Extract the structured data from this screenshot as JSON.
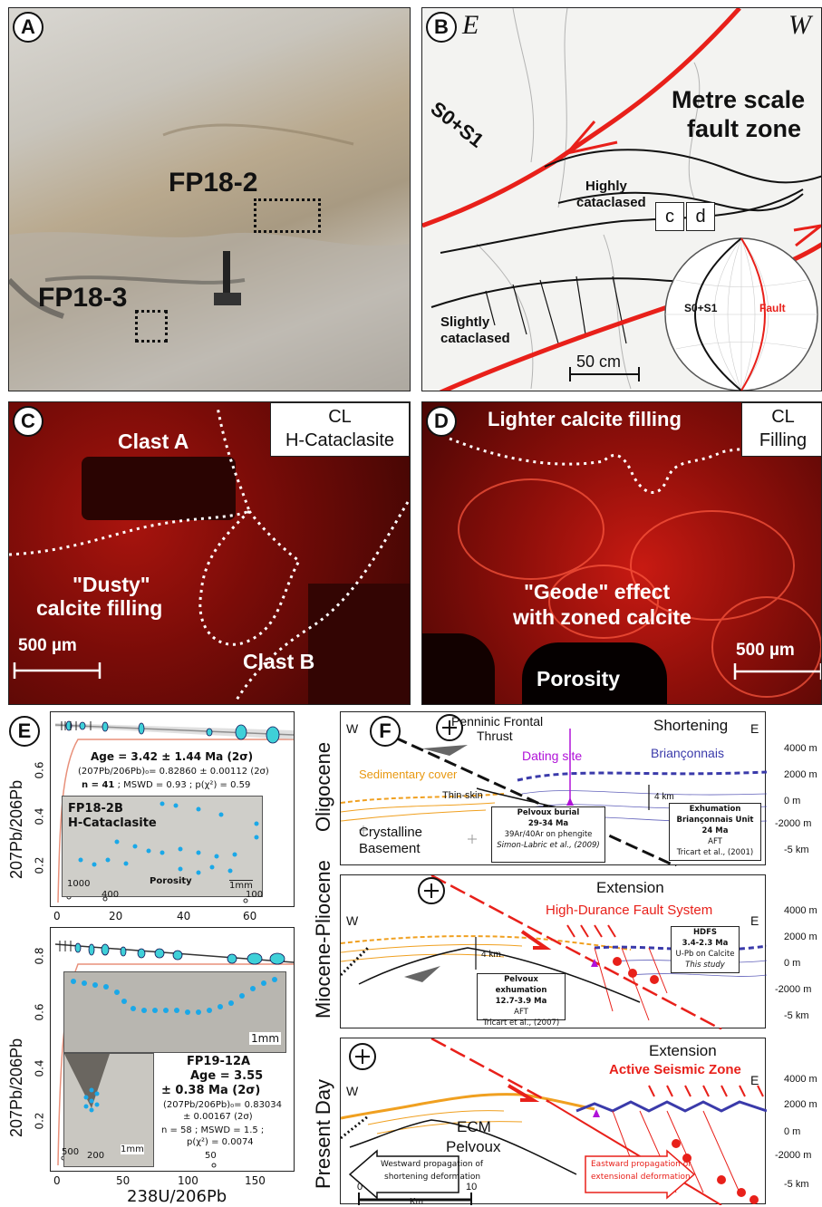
{
  "panels": {
    "a": {
      "label": "A",
      "samples": [
        "FP18-2",
        "FP18-3"
      ]
    },
    "b": {
      "label": "B",
      "dir_left": "E",
      "dir_right": "W",
      "foliation": "S0+S1",
      "title_line1": "Metre scale",
      "title_line2": "fault zone",
      "highly_1": "Highly",
      "highly_2": "cataclased",
      "slightly_1": "Slightly",
      "slightly_2": "cataclased",
      "box_c": "c",
      "box_d": "d",
      "scale": "50 cm",
      "stereo_left": "S0+S1",
      "stereo_right": "Fault",
      "colors": {
        "fault": "#e8201a"
      }
    },
    "c": {
      "label": "C",
      "corner_1": "CL",
      "corner_2": "H-Cataclasite",
      "clast_a": "Clast A",
      "clast_b": "Clast B",
      "fill_1": "\"Dusty\"",
      "fill_2": "calcite filling",
      "scale": "500 µm"
    },
    "d": {
      "label": "D",
      "top": "Lighter calcite filling",
      "corner_1": "CL",
      "corner_2": "Filling",
      "geode_1": "\"Geode\" effect",
      "geode_2": "with zoned calcite",
      "porosity": "Porosity",
      "scale": "500 µm"
    },
    "e": {
      "label": "E",
      "y_label": "207Pb/206Pb",
      "x_label": "238U/206Pb",
      "top": {
        "age": "Age = 3.42 ± 1.44 Ma (2σ)",
        "initial": "(207Pb/206Pb)₀= 0.82860 ± 0.00112 (2σ)",
        "stats_n": "n = 41",
        "stats_rest": " ; MSWD = 0.93 ; p(χ²) = 0.59",
        "sample_1": "FP18-2B",
        "sample_2": "H-Cataclasite",
        "porosity": "Porosity",
        "scale": "1mm",
        "yticks": [
          "0.2",
          "0.4",
          "0.6"
        ],
        "xticks": [
          "0",
          "20",
          "40",
          "60"
        ],
        "curve_labels": [
          "1000",
          "400",
          "100"
        ]
      },
      "bottom": {
        "sample": "FP19-12A",
        "age_1": "Age = 3.55",
        "age_2": "± 0.38 Ma (2σ)",
        "initial_1": "(207Pb/206Pb)₀= 0.83034",
        "initial_2": "± 0.00167 (2σ)",
        "stats_1": "n = 58 ; MSWD = 1.5 ;",
        "stats_2": "p(χ²) = 0.0074",
        "scale_1": "1mm",
        "scale_2": "1mm",
        "yticks": [
          "0.2",
          "0.4",
          "0.6",
          "0.8"
        ],
        "xticks": [
          "0",
          "50",
          "100",
          "150"
        ],
        "curve_labels": [
          "500",
          "200",
          "50"
        ]
      }
    },
    "f": {
      "label": "F",
      "rows": [
        {
          "period": "Oligocene",
          "regime": "Shortening",
          "w": "W",
          "e": "E",
          "penninic_1": "Penninic Frontal",
          "penninic_2": "Thrust",
          "dating": "Dating site",
          "brianconnais": "Briançonnais",
          "sedimentary": "Sedimentary cover",
          "thin_skin": "Thin-skin",
          "crystalline_1": "Crystalline",
          "crystalline_2": "Basement",
          "four_km": "4 km",
          "box_burial_1": "Pelvoux burial",
          "box_burial_2": "29-34 Ma",
          "box_burial_3": "39Ar/40Ar on phengite",
          "box_burial_4": "Simon-Labric et al., (2009)",
          "box_exh_1": "Exhumation",
          "box_exh_2": "Briançonnais Unit",
          "box_exh_3": "24 Ma",
          "box_exh_4": "AFT",
          "box_exh_5": "Tricart et al., (2001)",
          "elev": [
            "4000 m",
            "2000 m",
            "0 m",
            "-2000 m",
            "-5 km"
          ]
        },
        {
          "period": "Miocene-Pliocene",
          "regime": "Extension",
          "w": "W",
          "e": "E",
          "hdfs": "High-Durance Fault System",
          "four_km": "4 km",
          "box_pel_1": "Pelvoux exhumation",
          "box_pel_2": "12.7-3.9 Ma",
          "box_pel_3": "AFT",
          "box_pel_4": "Tricart et al., (2007)",
          "box_hdfs_1": "HDFS",
          "box_hdfs_2": "3.4-2.3 Ma",
          "box_hdfs_3": "U-Pb on Calcite",
          "box_hdfs_4": "This study",
          "elev": [
            "4000 m",
            "2000 m",
            "0 m",
            "-2000 m",
            "-5 km"
          ]
        },
        {
          "period": "Present Day",
          "regime": "Extension",
          "w": "W",
          "e": "E",
          "active": "Active Seismic Zone",
          "ecm": "ECM",
          "pelvoux": "Pelvoux",
          "west_1": "Westward propagation of",
          "west_2": "shortening deformation",
          "east_1": "Eastward propagation of",
          "east_2": "extensional deformation",
          "scale_0": "0",
          "scale_10": "10",
          "scale_unit": "Km",
          "elev": [
            "4000 m",
            "2000 m",
            "0 m",
            "-2000 m",
            "-5 km"
          ]
        }
      ],
      "colors": {
        "red": "#e8201a",
        "blue": "#3a3aaa",
        "orange": "#f0a020",
        "purple": "#b012d8"
      }
    }
  }
}
